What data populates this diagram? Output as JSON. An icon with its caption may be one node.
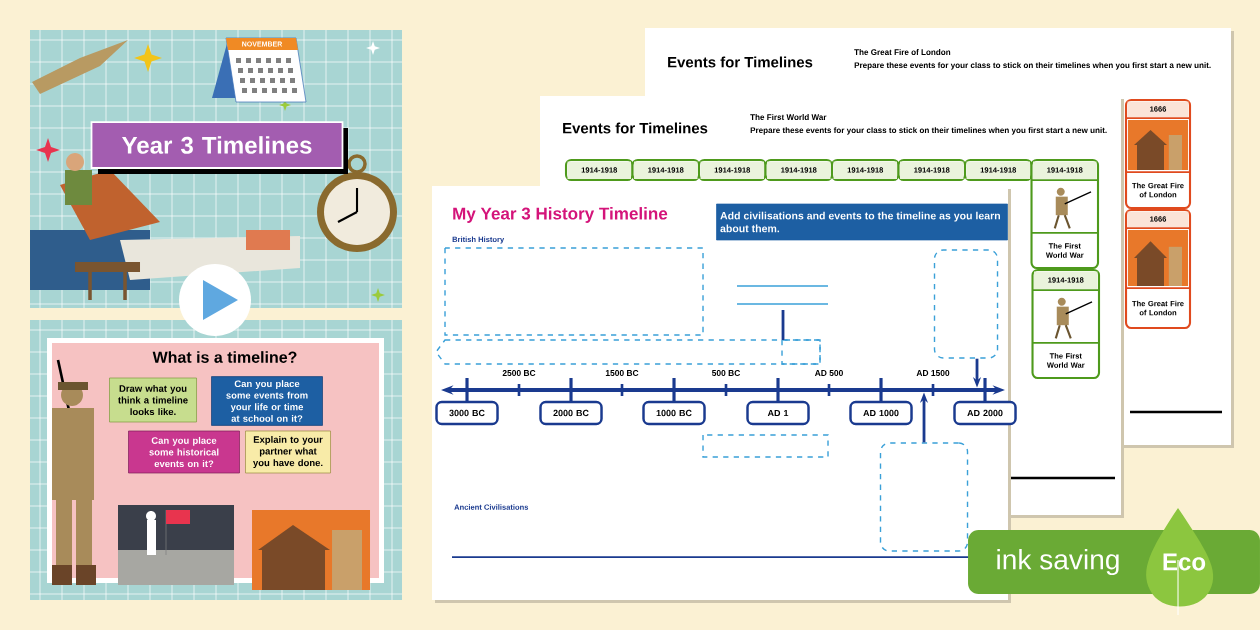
{
  "diagram": {
    "nodes": [
      {
        "text": [
          "Year 3 Timelines"
        ]
      },
      {
        "text": [
          "1666",
          "The Great Fire of London"
        ]
      },
      {
        "text": [
          "1666",
          "The Great Fire of London"
        ]
      },
      {
        "text": [
          "1914-1918"
        ]
      },
      {
        "text": [
          "1914-1918"
        ]
      },
      {
        "text": [
          "1914-1918"
        ]
      },
      {
        "text": [
          "1914-1918"
        ]
      },
      {
        "text": [
          "1914-1918"
        ]
      },
      {
        "text": [
          "1914-1918"
        ]
      },
      {
        "text": [
          "1914-1918"
        ]
      },
      {
        "text": [
          "1914-1918",
          "The First World War"
        ]
      },
      {
        "text": [
          "1914-1918",
          "The First World War"
        ]
      },
      {
        "text": [
          "Draw what you think a timeline looks like."
        ]
      },
      {
        "text": [
          "Can you place some events from your life or time at school on it?"
        ]
      },
      {
        "text": [
          "Can you place some historical events on it?"
        ]
      },
      {
        "text": [
          "Explain to your partner what you have done."
        ]
      },
      {
        "text": [
          "Add civilisations and events to the timeline as you learn about them."
        ]
      },
      {
        "text": [
          "3000 BC"
        ]
      },
      {
        "text": [
          "2000 BC"
        ]
      },
      {
        "text": [
          "1000 BC"
        ]
      },
      {
        "text": [
          "AD 1"
        ]
      },
      {
        "text": [
          "AD 1000"
        ]
      },
      {
        "text": [
          "AD 2000"
        ]
      },
      {
        "text": [],
        "shape": "box"
      },
      {
        "text": [],
        "shape": "box"
      },
      {
        "text": [
          "ink saving",
          "Eco"
        ]
      },
      {
        "text": [],
        "shape": "line",
        "beside": [
          "2500 BC",
          "1500 BC",
          "500 BC",
          "AD 500",
          "AD 1500"
        ]
      }
    ],
    "edges": [
      {
        "from": 23,
        "to": 26,
        "arrow": "to"
      },
      {
        "from": 24,
        "to": 26,
        "arrow": "to"
      }
    ],
    "labels": [
      "NOVEMBER",
      "What is a timeline?",
      "Events for Timelines",
      "The Great Fire of London",
      "Prepare these events for your class to stick on their timelines when you first start a new unit.",
      "Events for Timelines",
      "The First World War",
      "Prepare these events for your class to stick on their timelines when you first start a new unit.",
      "My Year 3 History Timeline",
      "British History",
      "Ancient Civilisations"
    ]
  }
}
